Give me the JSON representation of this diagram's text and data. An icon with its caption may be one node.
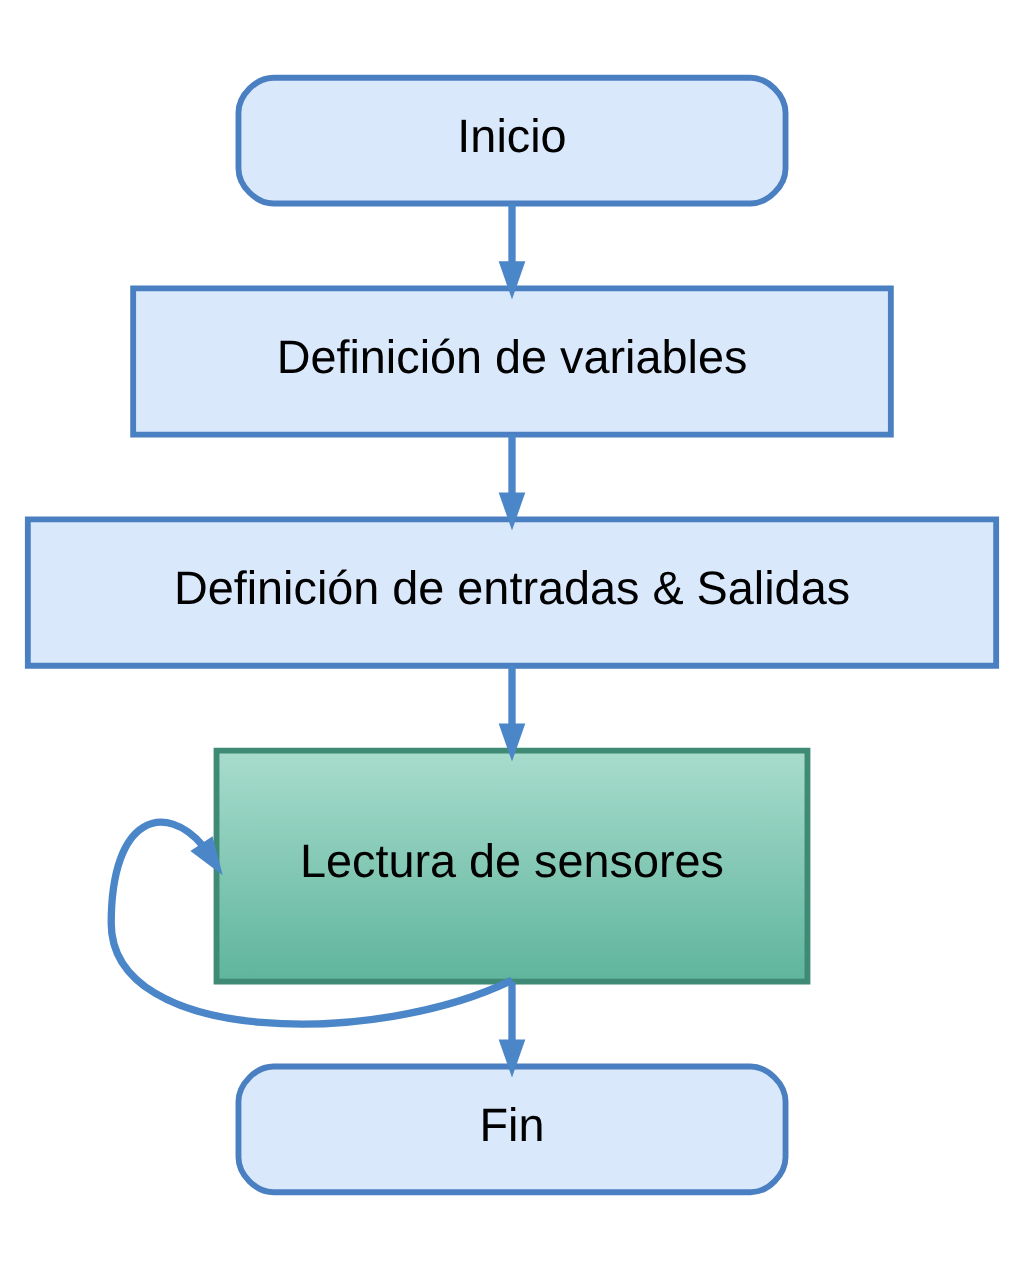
{
  "diagram": {
    "nodes": [
      {
        "text": [
          "Inicio"
        ]
      },
      {
        "text": [
          "Definición de variables"
        ]
      },
      {
        "text": [
          "Definición de entradas & Salidas"
        ]
      },
      {
        "text": [
          "Lectura de sensores"
        ]
      },
      {
        "text": [
          "Fin"
        ]
      }
    ],
    "edges": [
      {
        "from": 0,
        "to": 1,
        "arrow": "to"
      },
      {
        "from": 1,
        "to": 2,
        "arrow": "to"
      },
      {
        "from": 2,
        "to": 3,
        "arrow": "to"
      },
      {
        "from": 3,
        "to": 4,
        "arrow": "to"
      },
      {
        "from": 3,
        "to": 3,
        "arrow": "to"
      }
    ]
  }
}
